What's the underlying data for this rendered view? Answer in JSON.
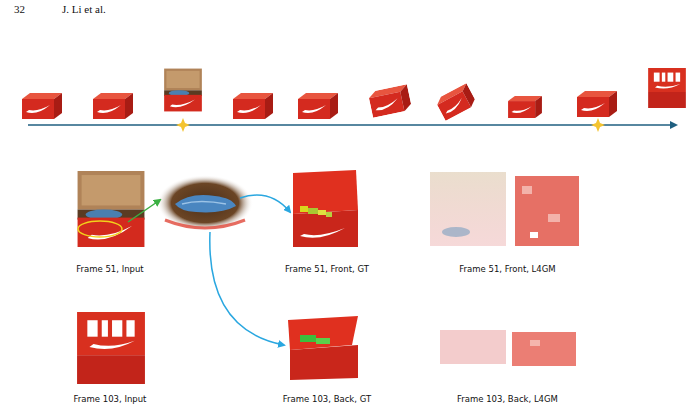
{
  "diagram": {
    "nodes": [
      {
        "text": [
          "Frame 51, Input"
        ]
      },
      {
        "text": [
          "Frame 51, Front, GT"
        ]
      },
      {
        "text": [
          "Frame 51, Front, L4GM"
        ]
      },
      {
        "text": [
          "Frame 103, Input"
        ]
      },
      {
        "text": [
          "Frame 103, Back, GT"
        ]
      },
      {
        "text": [
          "Frame 103, Back, L4GM"
        ]
      }
    ],
    "labels": [
      "32",
      "J. Li et al."
    ]
  }
}
